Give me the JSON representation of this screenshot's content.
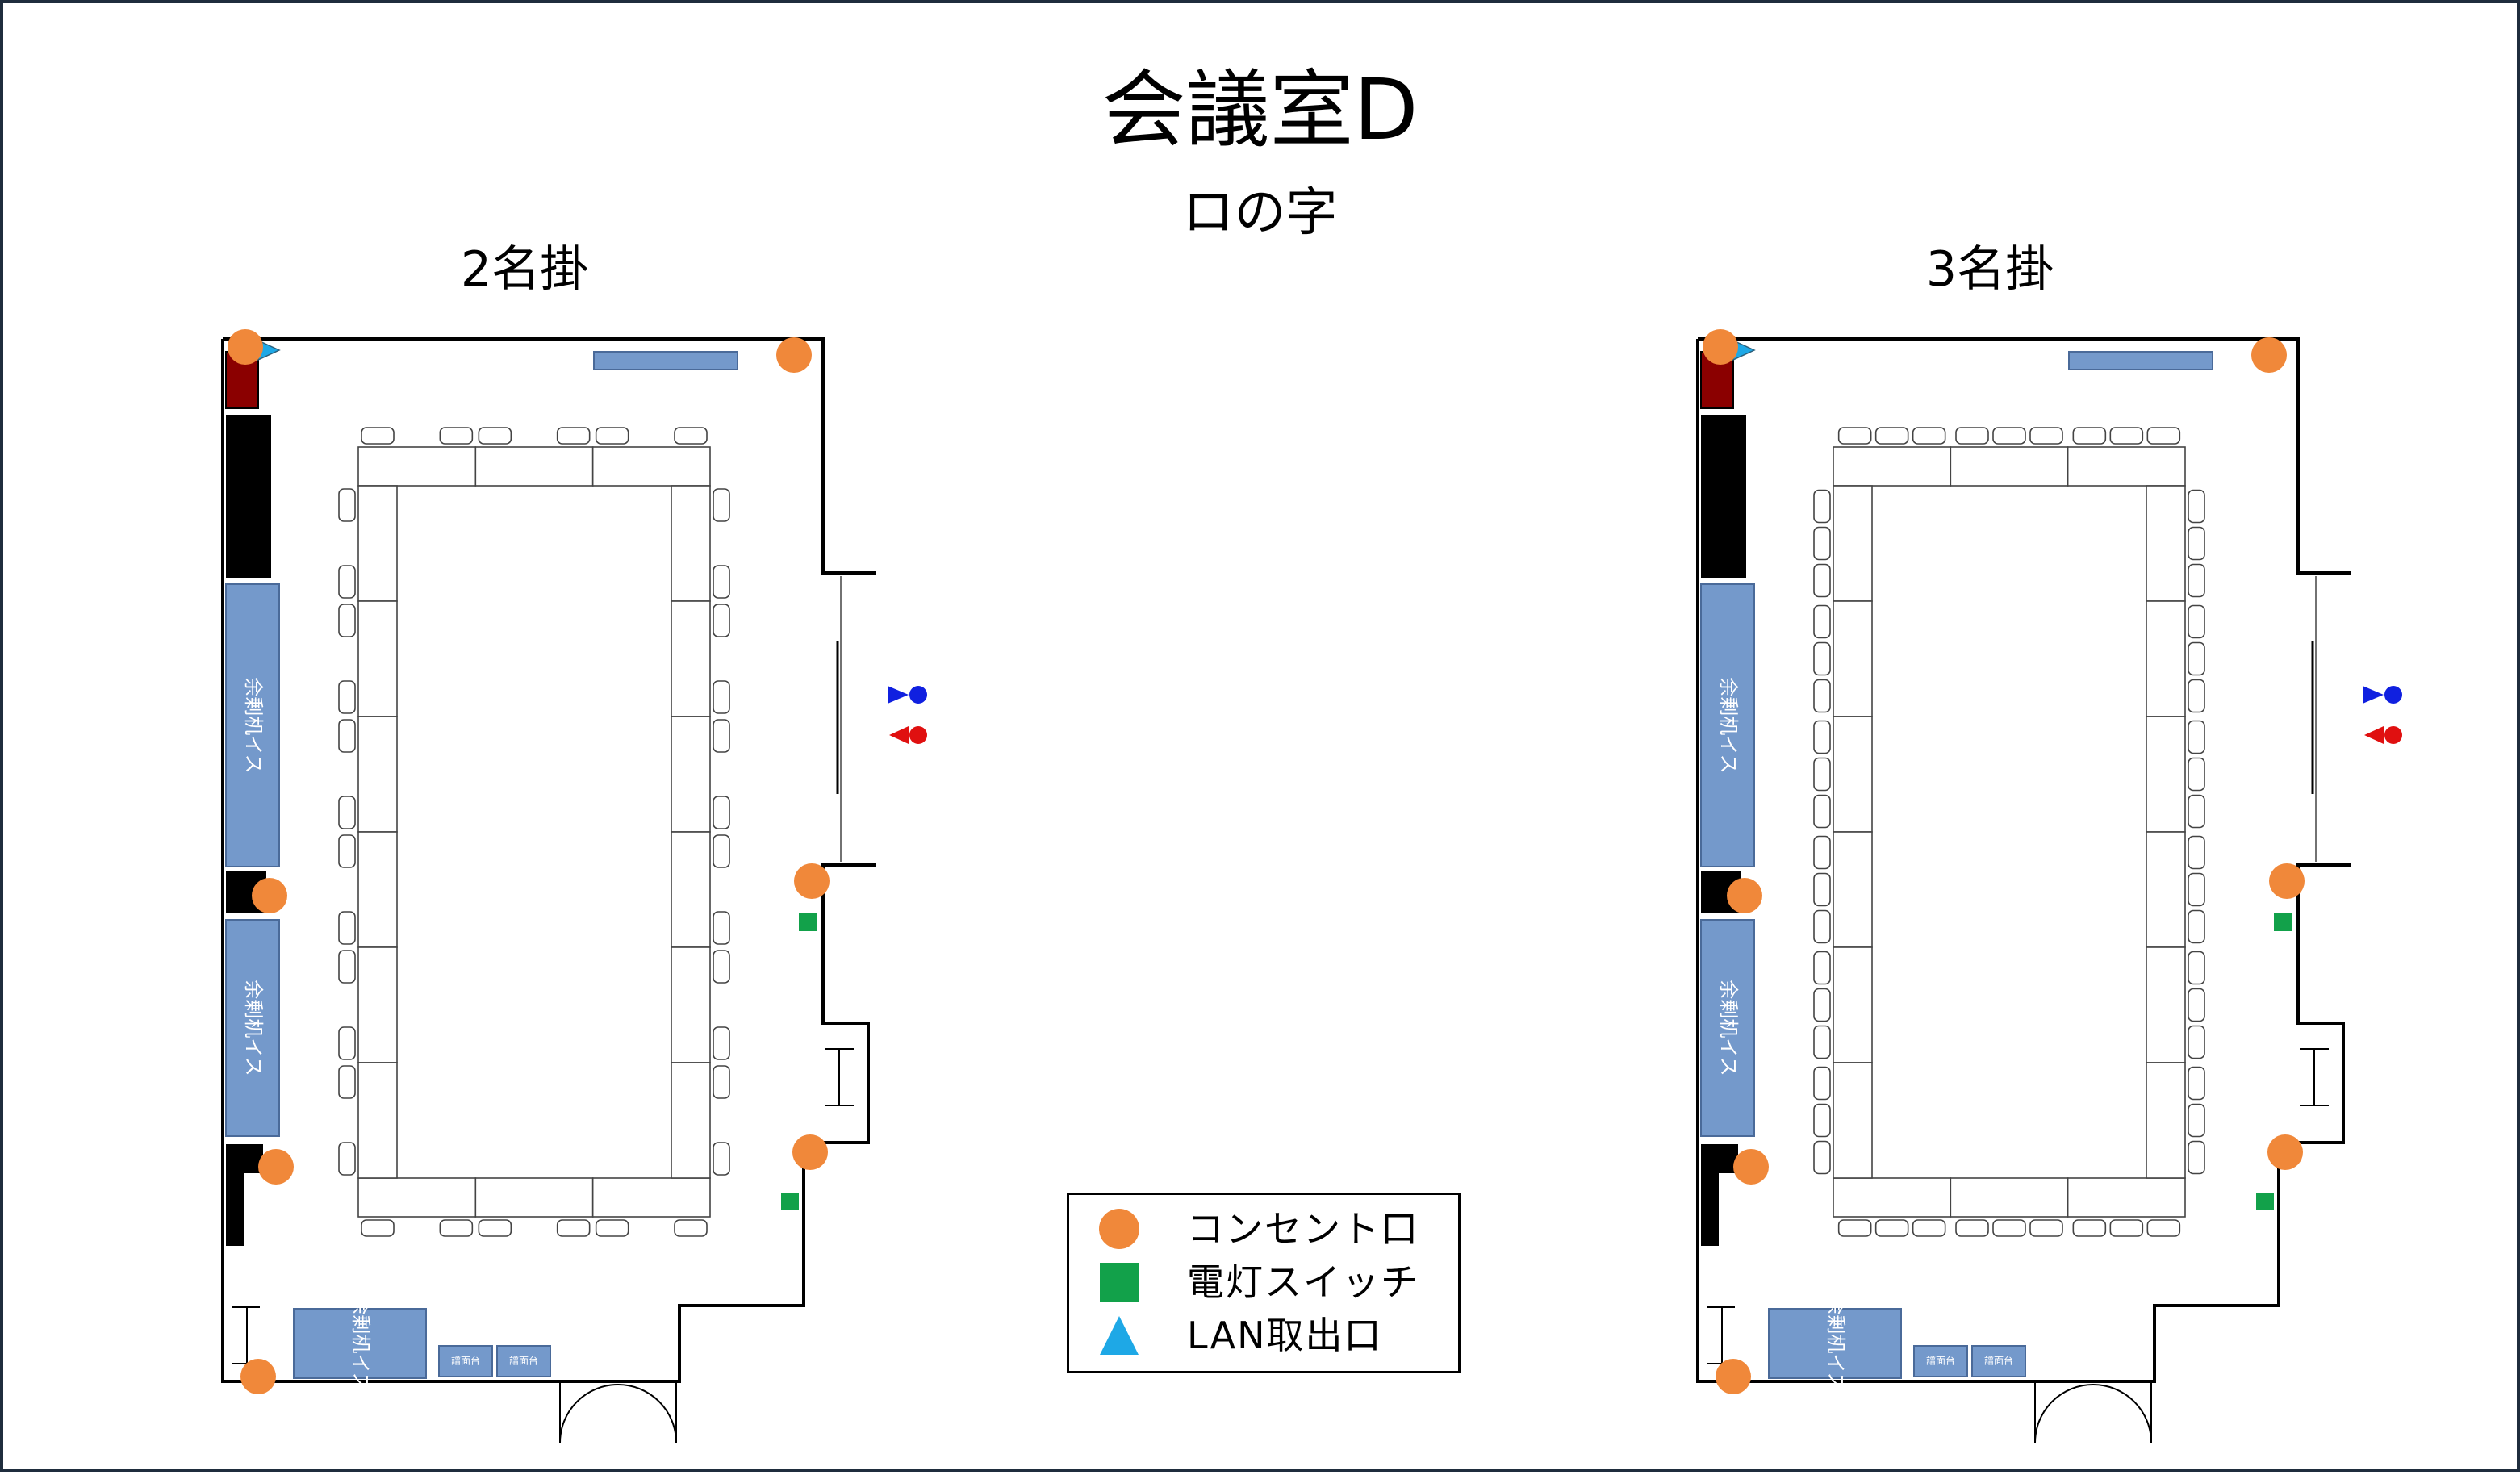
{
  "title": "会議室D",
  "subtitle": "ロの字",
  "layouts": [
    {
      "caption": "2名掛",
      "chairs_per_side": 2
    },
    {
      "caption": "3名掛",
      "chairs_per_side": 3
    }
  ],
  "storage_label": "余剰机イス",
  "small_box_label": "譜面台",
  "legend": {
    "outlet": "コンセント口",
    "switch": "電灯スイッチ",
    "lan": "LAN取出口"
  },
  "colors": {
    "outlet": "#F0883A",
    "switch": "#12A14A",
    "lan": "#1EA8E6",
    "storage": "#7499CB",
    "cabinet_red": "#8B0000",
    "restroom_male": "#1020E0",
    "restroom_female": "#E01010"
  }
}
